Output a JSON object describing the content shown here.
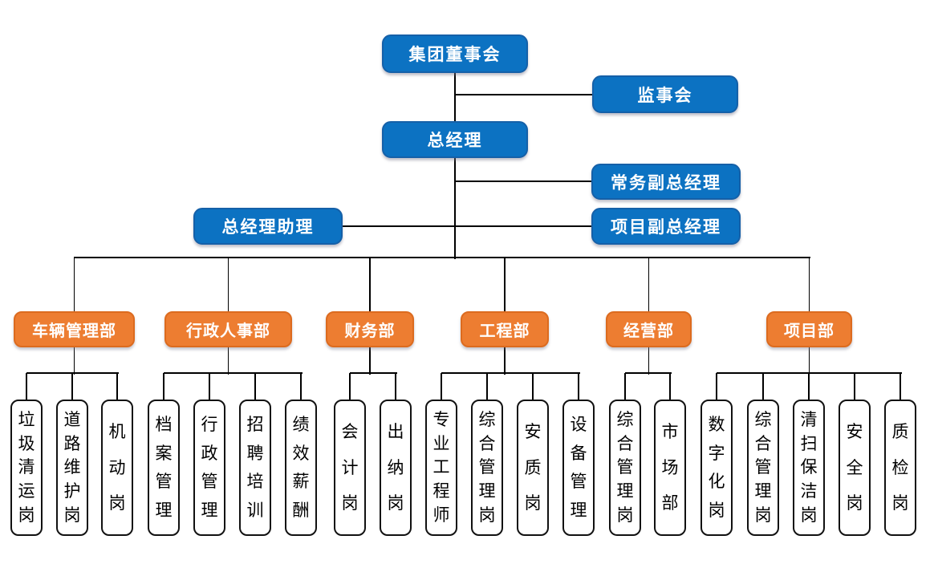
{
  "page": {
    "background": "#ffffff"
  },
  "colors": {
    "executive_fill": "#0C72C2",
    "executive_border": "#1560A8",
    "department_fill": "#ED7D31",
    "department_border": "#DC6B1F",
    "position_fill": "#FFFFFF",
    "position_border": "#111111",
    "connector": "#000000",
    "text_on_color": "#FFFFFF",
    "text_on_white": "#000000"
  },
  "org": {
    "executive": [
      {
        "label": "集团董事会"
      },
      {
        "label": "监事会"
      },
      {
        "label": "总经理"
      },
      {
        "label": "常务副总经理"
      },
      {
        "label": "总经理助理"
      },
      {
        "label": "项目副总经理"
      }
    ],
    "departments": [
      {
        "label": "车辆管理部",
        "children": [
          "垃圾清运岗",
          "道路维护岗",
          "机动岗"
        ]
      },
      {
        "label": "行政人事部",
        "children": [
          "档案管理",
          "行政管理",
          "招聘培训",
          "绩效薪酬"
        ]
      },
      {
        "label": "财务部",
        "children": [
          "会计岗",
          "出纳岗"
        ]
      },
      {
        "label": "工程部",
        "children": [
          "专业工程师",
          "综合管理岗",
          "安质岗",
          "设备管理"
        ]
      },
      {
        "label": "经营部",
        "children": [
          "综合管理岗",
          "市场部"
        ]
      },
      {
        "label": "项目部",
        "children": [
          "数字化岗",
          "综合管理岗",
          "清扫保洁岗",
          "安全岗",
          "质检岗"
        ]
      }
    ]
  }
}
